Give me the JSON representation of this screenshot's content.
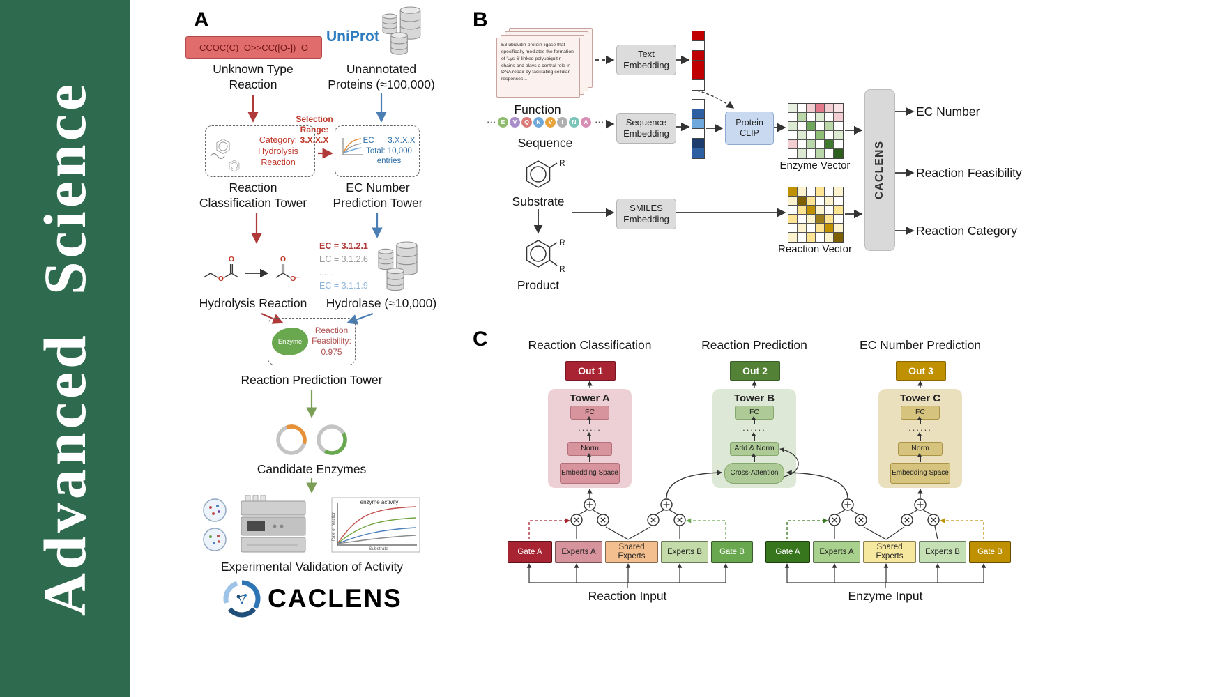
{
  "journal": {
    "name": "Advanced  Science"
  },
  "panel_a": {
    "label": "A",
    "smiles": "CCOC(C)=O>>CC([O-])=O",
    "unknown_reaction": "Unknown Type\nReaction",
    "uniprot": "UniProt",
    "unannotated": "Unannotated\nProteins (≈100,000)",
    "selection_range": "Selection\nRange:\n3.X.X.X",
    "category_box": "Category:\nHydrolysis\nReaction",
    "ec_box": "EC == 3.X.X.X\nTotal: 10,000\nentries",
    "classification_tower": "Reaction\nClassification Tower",
    "ec_tower": "EC Number\nPrediction Tower",
    "ec_list": [
      {
        "text": "EC = 3.1.2.1",
        "color": "#b03a3a",
        "bold": true
      },
      {
        "text": "EC = 3.1.2.6",
        "color": "#9a9a9a",
        "bold": false
      },
      {
        "text": "......",
        "color": "#9a9a9a",
        "bold": false
      },
      {
        "text": "EC = 3.1.1.9",
        "color": "#8db4d9",
        "bold": false
      }
    ],
    "hydrolysis_reaction": "Hydrolysis Reaction",
    "hydrolase": "Hydrolase (≈10,000)",
    "enzyme_blob": "Enzyme",
    "feasibility": "Reaction\nFeasibility:\n0.975",
    "prediction_tower": "Reaction Prediction Tower",
    "candidate_enzymes": "Candidate Enzymes",
    "validation": "Experimental Validation of Activity",
    "plot": {
      "title": "enzyme activity",
      "xlabel": "Substrate",
      "ylabel": "Rate of reaction"
    },
    "chem": {
      "o": "O",
      "o_minus": "O⁻"
    },
    "brand": "CACLENS"
  },
  "panel_b": {
    "label": "B",
    "function_card": "E3 ubiquitin-protein ligase that specifically mediates the formation of 'Lys-6'-linked polyubiquitin chains and plays a central role in DNA repair by facilitating cellular responses...",
    "function": "Function",
    "text_embedding": "Text\nEmbedding",
    "ellipsis": "···",
    "sequence_residues": [
      {
        "letter": "E",
        "color": "#8fbc6f"
      },
      {
        "letter": "V",
        "color": "#a98fc9"
      },
      {
        "letter": "Q",
        "color": "#d97b7b"
      },
      {
        "letter": "N",
        "color": "#6fa8dc"
      },
      {
        "letter": "V",
        "color": "#e8a33d"
      },
      {
        "letter": "I",
        "color": "#b0b0b0"
      },
      {
        "letter": "N",
        "color": "#7bc5b8"
      },
      {
        "letter": "A",
        "color": "#d98fb5"
      }
    ],
    "sequence": "Sequence",
    "sequence_embedding": "Sequence\nEmbedding",
    "protein_clip": "Protein\nCLIP",
    "text_vector": [
      "#c00000",
      "#ffffff",
      "#c00000",
      "#c00000",
      "#c00000",
      "#ffffff"
    ],
    "sequence_vector": [
      "#ffffff",
      "#2e5fa3",
      "#6fa8dc",
      "#ffffff",
      "#1c3c6e",
      "#2e5fa3"
    ],
    "enzyme_vector_label": "Enzyme Vector",
    "substrate": "Substrate",
    "product": "Product",
    "r_label": "R",
    "smiles_embedding": "SMILES\nEmbedding",
    "reaction_vector_label": "Reaction Vector",
    "caclens": "CACLENS",
    "outputs": [
      "EC Number",
      "Reaction Feasibility",
      "Reaction Category"
    ],
    "enzyme_matrix": [
      [
        "#e8f0e2",
        "#ffffff",
        "#f2cdd2",
        "#e2798a",
        "#f2cdd2",
        "#fbe4e7"
      ],
      [
        "#ffffff",
        "#b9d7a8",
        "#ffffff",
        "#dcead2",
        "#ffffff",
        "#f2cdd2"
      ],
      [
        "#dcead2",
        "#ffffff",
        "#6fa85c",
        "#ffffff",
        "#b9d7a8",
        "#ffffff"
      ],
      [
        "#ffffff",
        "#dcead2",
        "#ffffff",
        "#8fbf77",
        "#ffffff",
        "#dcead2"
      ],
      [
        "#f2cdd2",
        "#ffffff",
        "#b9d7a8",
        "#ffffff",
        "#3f7a2e",
        "#ffffff"
      ],
      [
        "#ffffff",
        "#dcead2",
        "#ffffff",
        "#b9d7a8",
        "#ffffff",
        "#2c5e1e"
      ]
    ],
    "reaction_matrix": [
      [
        "#bf9000",
        "#fdf3cf",
        "#ffffff",
        "#ffe493",
        "#ffffff",
        "#fdf3cf"
      ],
      [
        "#fdf3cf",
        "#7f6000",
        "#ffe493",
        "#ffffff",
        "#fdf3cf",
        "#ffffff"
      ],
      [
        "#ffffff",
        "#ffe493",
        "#bf9000",
        "#fdf3cf",
        "#ffffff",
        "#ffe493"
      ],
      [
        "#ffe493",
        "#ffffff",
        "#fdf3cf",
        "#9a7b1a",
        "#ffe493",
        "#ffffff"
      ],
      [
        "#ffffff",
        "#fdf3cf",
        "#ffffff",
        "#ffe493",
        "#bf9000",
        "#fdf3cf"
      ],
      [
        "#fdf3cf",
        "#ffffff",
        "#ffe493",
        "#ffffff",
        "#fdf3cf",
        "#7f6000"
      ]
    ]
  },
  "panel_c": {
    "label": "C",
    "headers": [
      "Reaction Classification",
      "Reaction Prediction",
      "EC Number Prediction"
    ],
    "outs": [
      {
        "label": "Out 1",
        "bg": "#a92432",
        "border": "#7a1622"
      },
      {
        "label": "Out 2",
        "bg": "#538135",
        "border": "#3a5e27"
      },
      {
        "label": "Out 3",
        "bg": "#bf9000",
        "border": "#8a6a00"
      }
    ],
    "towers": [
      {
        "name": "Tower A",
        "fc": "FC",
        "dots": "......",
        "norm": "Norm",
        "embed": "Embedding Space",
        "bg": "#ecd0d5",
        "box_bg": "#d8949c",
        "box_border": "#b4717b"
      },
      {
        "name": "Tower B",
        "fc": "FC",
        "dots": "......",
        "norm": "Add & Norm",
        "embed": "Cross-Attention",
        "bg": "#dde9d6",
        "box_bg": "#aecb97",
        "box_border": "#85a86d"
      },
      {
        "name": "Tower C",
        "fc": "FC",
        "dots": "......",
        "norm": "Norm",
        "embed": "Embedding Space",
        "bg": "#eae0bd",
        "box_bg": "#d6c37d",
        "box_border": "#ab9448"
      }
    ],
    "reaction_experts": [
      {
        "label": "Gate A",
        "bg": "#a92432",
        "fg": "#ffffff",
        "w": 62
      },
      {
        "label": "Experts A",
        "bg": "#d8949c",
        "fg": "#222222",
        "w": 66
      },
      {
        "label": "Shared Experts",
        "bg": "#f3bf8e",
        "fg": "#222222",
        "w": 74
      },
      {
        "label": "Experts B",
        "bg": "#c3dba8",
        "fg": "#222222",
        "w": 66
      },
      {
        "label": "Gate B",
        "bg": "#6aa84f",
        "fg": "#ffffff",
        "w": 58
      }
    ],
    "enzyme_experts": [
      {
        "label": "Gate A",
        "bg": "#38761d",
        "fg": "#ffffff",
        "w": 62
      },
      {
        "label": "Experts A",
        "bg": "#a9d18e",
        "fg": "#222222",
        "w": 66
      },
      {
        "label": "Shared Experts",
        "bg": "#f7e8a0",
        "fg": "#222222",
        "w": 74
      },
      {
        "label": "Experts B",
        "bg": "#c5e0b4",
        "fg": "#222222",
        "w": 66
      },
      {
        "label": "Gate B",
        "bg": "#bf9000",
        "fg": "#ffffff",
        "w": 58
      }
    ],
    "inputs": [
      "Reaction Input",
      "Enzyme Input"
    ]
  }
}
